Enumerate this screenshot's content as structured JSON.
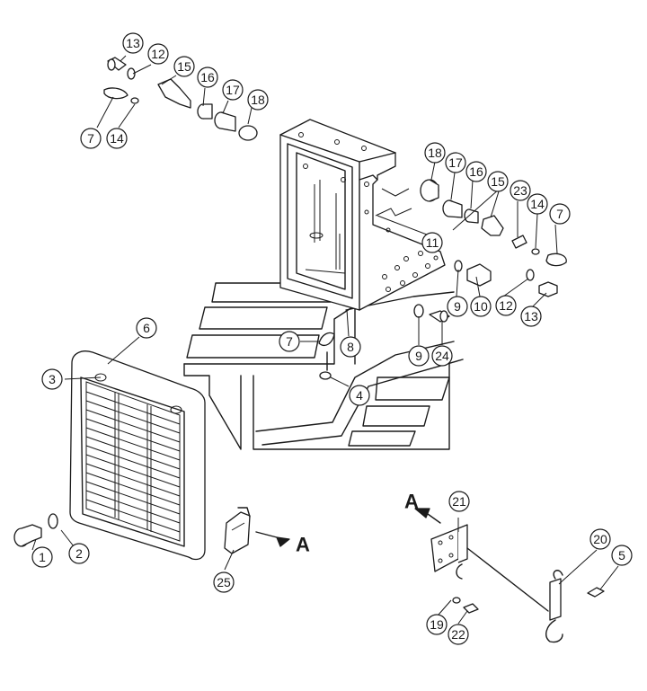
{
  "ref_labels": [
    {
      "id": "ref-a-right",
      "text": "A"
    },
    {
      "id": "ref-a-left",
      "text": "A"
    }
  ],
  "callouts": [
    {
      "num": "1"
    },
    {
      "num": "2"
    },
    {
      "num": "3"
    },
    {
      "num": "4"
    },
    {
      "num": "5"
    },
    {
      "num": "6"
    },
    {
      "num": "7"
    },
    {
      "num": "7"
    },
    {
      "num": "7"
    },
    {
      "num": "8"
    },
    {
      "num": "9"
    },
    {
      "num": "9"
    },
    {
      "num": "10"
    },
    {
      "num": "11"
    },
    {
      "num": "12"
    },
    {
      "num": "12"
    },
    {
      "num": "13"
    },
    {
      "num": "13"
    },
    {
      "num": "14"
    },
    {
      "num": "14"
    },
    {
      "num": "15"
    },
    {
      "num": "15"
    },
    {
      "num": "16"
    },
    {
      "num": "16"
    },
    {
      "num": "17"
    },
    {
      "num": "17"
    },
    {
      "num": "18"
    },
    {
      "num": "18"
    },
    {
      "num": "19"
    },
    {
      "num": "20"
    },
    {
      "num": "21"
    },
    {
      "num": "22"
    },
    {
      "num": "23"
    },
    {
      "num": "24"
    },
    {
      "num": "25"
    }
  ]
}
